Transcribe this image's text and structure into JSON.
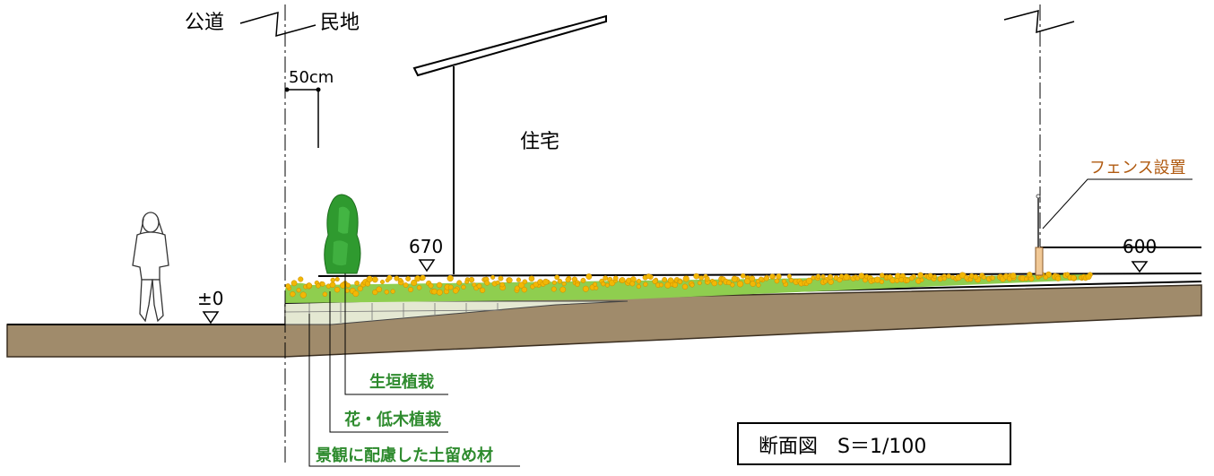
{
  "labels": {
    "public_road": "公道",
    "private_land": "民地",
    "width_50cm": "50cm",
    "house": "住宅",
    "level_670": "670",
    "level_600": "600",
    "level_zero": "±0",
    "fence": "フェンス設置",
    "hedge_planting": "生垣植栽",
    "flower_shrub_planting": "花・低木植栽",
    "retaining_material": "景観に配慮した土留め材",
    "title": "断面図　S＝1/100"
  },
  "colors": {
    "ground": "#a08b6b",
    "ground_edge": "#5a4a36",
    "green_label": "#2e8b2e",
    "fence_label": "#b05a10",
    "hedge": "#2f9a2f",
    "hedge_light": "#4cc04c",
    "flower": "#f2b705",
    "grass": "#8fce4f",
    "retaining_wall": "#e4e8d2",
    "fence_post": "#f0c896"
  },
  "icons": {
    "person": "person-silhouette-icon",
    "level_marker": "level-triangle-icon",
    "boundary_break": "break-line-icon"
  }
}
